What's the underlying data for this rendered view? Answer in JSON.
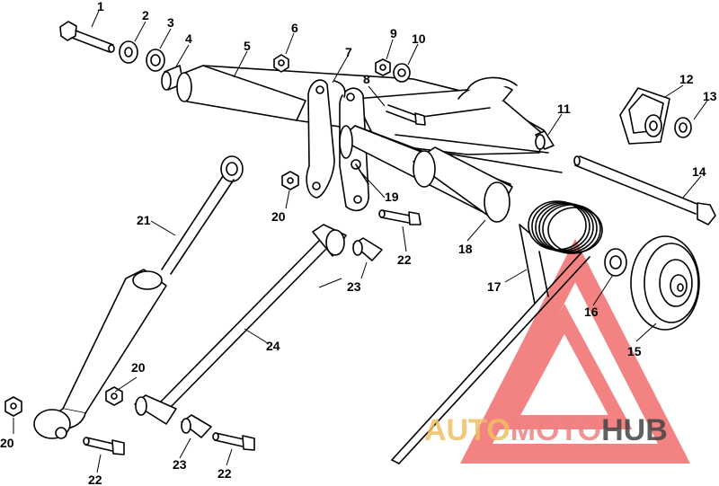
{
  "diagram": {
    "callouts": [
      "1",
      "2",
      "3",
      "4",
      "5",
      "6",
      "7",
      "8",
      "9",
      "10",
      "11",
      "12",
      "13",
      "14",
      "15",
      "16",
      "17",
      "18",
      "19",
      "20",
      "20",
      "20",
      "21",
      "22",
      "22",
      "22",
      "22",
      "23",
      "23",
      "23",
      "24"
    ]
  },
  "watermark": {
    "part1": "AUTO",
    "part2": "MOTO",
    "part3": "HUB",
    "colors": {
      "auto": "#f0c060",
      "moto": "#f08080",
      "hub": "#444444",
      "triangle": "#ef5a5a"
    }
  }
}
